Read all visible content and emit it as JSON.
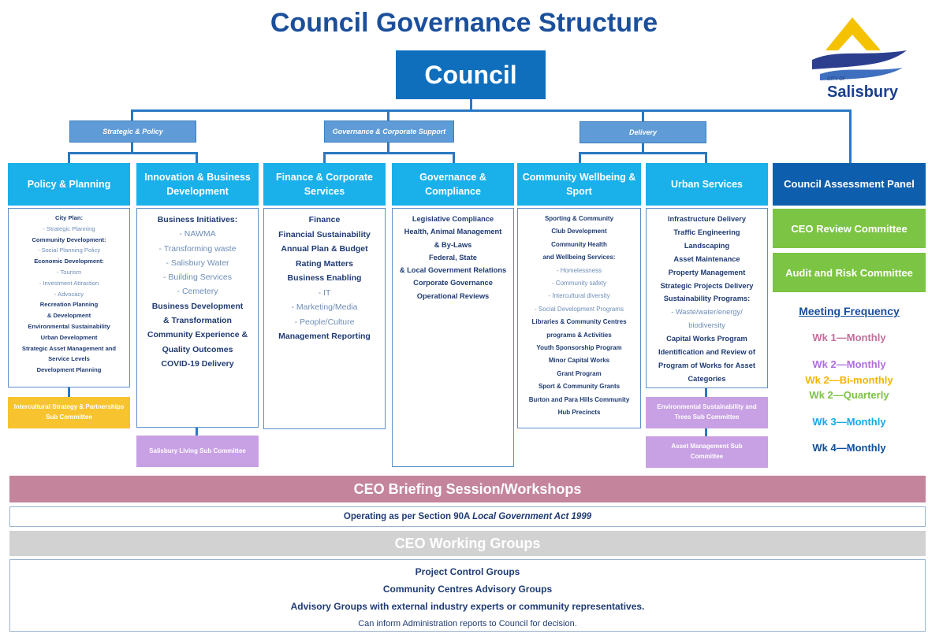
{
  "title": "Council Governance Structure",
  "council": "Council",
  "logo": {
    "city_of": "CITY OF",
    "name": "Salisbury"
  },
  "groups": {
    "strategic": "Strategic & Policy",
    "governance": "Governance & Corporate Support",
    "delivery": "Delivery"
  },
  "departments": {
    "policy": {
      "title": "Policy & Planning",
      "items": [
        {
          "t": "City Plan:",
          "s": "b"
        },
        {
          "t": "- Strategic Planning",
          "s": "l"
        },
        {
          "t": "Community Development:",
          "s": "b"
        },
        {
          "t": "- Social Planning Policy",
          "s": "l"
        },
        {
          "t": "Economic Development:",
          "s": "b"
        },
        {
          "t": "- Tourism",
          "s": "l"
        },
        {
          "t": "- Investment Attraction",
          "s": "l"
        },
        {
          "t": "- Advocacy",
          "s": "l"
        },
        {
          "t": "Recreation Planning",
          "s": "b"
        },
        {
          "t": "& Development",
          "s": "b"
        },
        {
          "t": "Environmental Sustainability",
          "s": "b"
        },
        {
          "t": "Urban Development",
          "s": "b"
        },
        {
          "t": "Strategic Asset Management and",
          "s": "b"
        },
        {
          "t": "Service Levels",
          "s": "b"
        },
        {
          "t": "Development Planning",
          "s": "b"
        }
      ],
      "sub": "Intercultural Strategy & Partnerships Sub Committee"
    },
    "innovation": {
      "title": "Innovation & Business Development",
      "items": [
        {
          "t": "Business Initiatives:",
          "s": "b"
        },
        {
          "t": "- NAWMA",
          "s": "l"
        },
        {
          "t": "- Transforming waste",
          "s": "l"
        },
        {
          "t": "- Salisbury Water",
          "s": "l"
        },
        {
          "t": "- Building Services",
          "s": "l"
        },
        {
          "t": "- Cemetery",
          "s": "l"
        },
        {
          "t": "Business Development",
          "s": "b"
        },
        {
          "t": "& Transformation",
          "s": "b"
        },
        {
          "t": "Community Experience &",
          "s": "b"
        },
        {
          "t": "Quality Outcomes",
          "s": "b"
        },
        {
          "t": "COVID-19 Delivery",
          "s": "b"
        }
      ],
      "sub": "Salisbury Living Sub Committee"
    },
    "finance": {
      "title": "Finance & Corporate Services",
      "items": [
        {
          "t": "Finance",
          "s": "b"
        },
        {
          "t": "Financial Sustainability",
          "s": "b"
        },
        {
          "t": "Annual Plan & Budget",
          "s": "b"
        },
        {
          "t": "Rating Matters",
          "s": "b"
        },
        {
          "t": "Business Enabling",
          "s": "b"
        },
        {
          "t": "- IT",
          "s": "l"
        },
        {
          "t": "- Marketing/Media",
          "s": "l"
        },
        {
          "t": "- People/Culture",
          "s": "l"
        },
        {
          "t": "Management Reporting",
          "s": "b"
        }
      ]
    },
    "governance": {
      "title": "Governance & Compliance",
      "items": [
        {
          "t": "Legislative Compliance",
          "s": "b"
        },
        {
          "t": "Health, Animal Management",
          "s": "b"
        },
        {
          "t": "& By-Laws",
          "s": "b"
        },
        {
          "t": "Federal, State",
          "s": "b"
        },
        {
          "t": "& Local Government Relations",
          "s": "b"
        },
        {
          "t": "Corporate Governance",
          "s": "b"
        },
        {
          "t": "Operational Reviews",
          "s": "b"
        }
      ]
    },
    "community": {
      "title": "Community Wellbeing & Sport",
      "items": [
        {
          "t": "Sporting & Community",
          "s": "b"
        },
        {
          "t": "Club Development",
          "s": "b"
        },
        {
          "t": "Community Health",
          "s": "b"
        },
        {
          "t": "and Wellbeing Services:",
          "s": "b"
        },
        {
          "t": "- Homelessness",
          "s": "l"
        },
        {
          "t": "- Community safety",
          "s": "l"
        },
        {
          "t": "- Intercultural diversity",
          "s": "l"
        },
        {
          "t": "- Social Development Programs",
          "s": "l"
        },
        {
          "t": "Libraries & Community Centres",
          "s": "b"
        },
        {
          "t": "programs & Activities",
          "s": "b"
        },
        {
          "t": "Youth Sponsorship Program",
          "s": "b"
        },
        {
          "t": "Minor Capital Works",
          "s": "b"
        },
        {
          "t": "Grant Program",
          "s": "b"
        },
        {
          "t": "Sport & Community Grants",
          "s": "b"
        },
        {
          "t": "Burton and Para Hills Community",
          "s": "b"
        },
        {
          "t": "Hub Precincts",
          "s": "b"
        }
      ]
    },
    "urban": {
      "title": "Urban Services",
      "items": [
        {
          "t": "Infrastructure Delivery",
          "s": "b"
        },
        {
          "t": "Traffic Engineering",
          "s": "b"
        },
        {
          "t": "Landscaping",
          "s": "b"
        },
        {
          "t": "Asset Maintenance",
          "s": "b"
        },
        {
          "t": "Property Management",
          "s": "b"
        },
        {
          "t": "Strategic Projects Delivery",
          "s": "b"
        },
        {
          "t": "Sustainability Programs:",
          "s": "b"
        },
        {
          "t": "- Waste/water/energy/",
          "s": "l"
        },
        {
          "t": "biodiversity",
          "s": "l"
        },
        {
          "t": "Capital Works Program",
          "s": "b"
        },
        {
          "t": "Identification and Review of",
          "s": "b"
        },
        {
          "t": "Program of Works for Asset",
          "s": "b"
        },
        {
          "t": "Categories",
          "s": "b"
        }
      ],
      "sub1": "Environmental Sustainability and Trees Sub Committee",
      "sub2": "Asset Management Sub Committee"
    }
  },
  "right_column": {
    "cap": "Council Assessment Panel",
    "ceo_review": "CEO Review Committee",
    "audit": "Audit and Risk Committee",
    "meeting_title": "Meeting Frequency",
    "frequencies": [
      {
        "label": "Wk 1—Monthly",
        "color": "#c0709a"
      },
      {
        "label": "Wk 2—Monthly",
        "color": "#b06ee0"
      },
      {
        "label": "Wk 2—Bi-monthly",
        "color": "#f4b400"
      },
      {
        "label": "Wk 2—Quarterly",
        "color": "#7cc443"
      },
      {
        "label": "Wk 3—Monthly",
        "color": "#18a8e4"
      },
      {
        "label": "Wk 4—Monthly",
        "color": "#0d4f9c"
      }
    ]
  },
  "ceo_briefing": "CEO Briefing Session/Workshops",
  "operating_prefix": "Operating as per Section 90A ",
  "operating_act": "Local Government Act 1999",
  "ceo_working_groups": "CEO Working Groups",
  "working_groups": [
    "Project Control Groups",
    "Community Centres Advisory Groups",
    "Advisory Groups with external industry experts or community representatives."
  ],
  "footer_note": "Can inform Administration reports to Council for decision."
}
